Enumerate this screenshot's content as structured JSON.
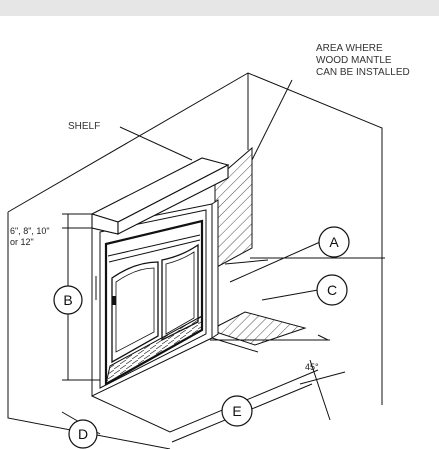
{
  "labels": {
    "area_line1": "AREA WHERE",
    "area_line2": "WOOD MANTLE",
    "area_line3": "CAN BE INSTALLED",
    "shelf": "SHELF",
    "heights_line1": "6\", 8\", 10\"",
    "heights_line2": "or 12\"",
    "angle": "45°"
  },
  "callouts": {
    "a": "A",
    "b": "B",
    "c": "C",
    "d": "D",
    "e": "E"
  },
  "colors": {
    "stroke": "#111111",
    "background_band": "#e6e6e6",
    "label_text": "#333333"
  }
}
